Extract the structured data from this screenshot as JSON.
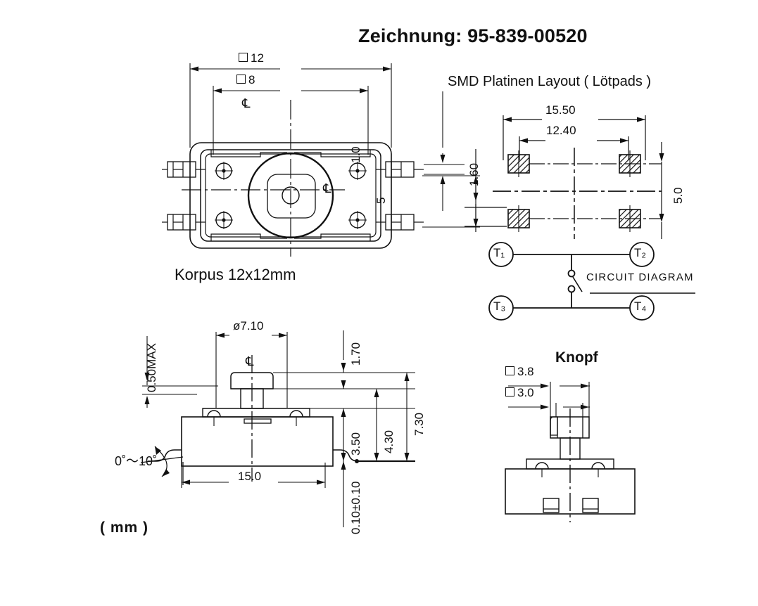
{
  "document": {
    "title": "Zeichnung: 95-839-00520",
    "units_label": "( mm )"
  },
  "views": {
    "top_view": {
      "caption": "Korpus 12x12mm",
      "dimensions": {
        "body_width": "12",
        "inner_width": "8",
        "terminal_thickness": "1.0",
        "terminal_pitch": "5"
      },
      "centerline_symbol": "℄"
    },
    "smd_layout": {
      "title": "SMD Platinen Layout ( Lötpads )",
      "dimensions": {
        "outer_span": "15.50",
        "inner_span": "12.40",
        "pad_height": "1.60",
        "row_pitch": "5.0"
      }
    },
    "circuit_diagram": {
      "label": "CIRCUIT  DIAGRAM",
      "terminals": [
        "T₁",
        "T₂",
        "T₃",
        "T₄"
      ]
    },
    "side_view": {
      "dimensions": {
        "plunger_diameter": "ø7.10",
        "coplanarity": "0.50MAX",
        "lead_angle": "0˚～10˚",
        "body_width": "15.0",
        "cap_to_top": "1.70",
        "body_height": "3.50",
        "mid_height": "4.30",
        "total_height": "7.30",
        "lead_thickness": "0.10±0.10"
      },
      "centerline_symbol": "℄"
    },
    "knob_view": {
      "title": "Knopf",
      "dimensions": {
        "cap_width": "3.8",
        "stem_width": "3.0"
      }
    }
  },
  "colors": {
    "line": "#111111",
    "background": "#ffffff"
  }
}
